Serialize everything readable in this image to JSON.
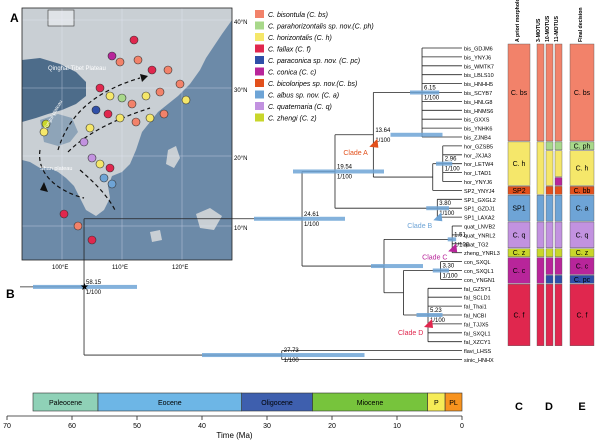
{
  "panels": {
    "a": "A",
    "b": "B",
    "c": "C",
    "d": "D",
    "e": "E"
  },
  "map": {
    "lat_labels": [
      "40°N",
      "30°N",
      "20°N",
      "10°N"
    ],
    "lon_labels": [
      "100°E",
      "110°E",
      "120°E"
    ],
    "regions": [
      "Qinghai-Tibet Plateau",
      "Yungui plateau",
      "Shan plateau"
    ],
    "colors": {
      "sea": "#6c8aa8",
      "land": "#c9cfd4",
      "plateau": "#4d6c8a"
    }
  },
  "legend": [
    {
      "label": "C. bisontula (C. bs)",
      "color": "#f2826a"
    },
    {
      "label": "C. parahorizontalis sp. nov.(C. ph)",
      "color": "#a8d88a"
    },
    {
      "label": "C. horizontalis (C. h)",
      "color": "#f5e76a"
    },
    {
      "label": "C. fallax (C. f)",
      "color": "#e0274e"
    },
    {
      "label": "C. paraconica sp. nov. (C. pc)",
      "color": "#2f4fa8"
    },
    {
      "label": "C. conica (C. c)",
      "color": "#b8259a"
    },
    {
      "label": "C. bicoloripes sp. nov.(C. bs)",
      "color": "#e2501c"
    },
    {
      "label": "C. albus sp. nov. (C. a)",
      "color": "#6ea4d6"
    },
    {
      "label": "C. quaternaria (C. q)",
      "color": "#c292e0"
    },
    {
      "label": "C. zhengi (C. z)",
      "color": "#c8d62a"
    }
  ],
  "tips": [
    "bis_GDJM6",
    "bis_YNYJ6",
    "bis_WMTK7",
    "bis_LBLS10",
    "bis_HNHH5",
    "bis_SCYB7",
    "bis_HNLG8",
    "bis_HNMS6",
    "bis_GXXS",
    "bis_YNHK6",
    "bis_ZJNB4",
    "hor_GZSB5",
    "hor_JXJA3",
    "hor_LETW4",
    "hor_LTAD1",
    "hor_YNYJ6",
    "SP2_YNYJ4",
    "SP1_GXGL2",
    "SP1_GZDJ1",
    "SP1_LAXA2",
    "quat_LNVB2",
    "quat_YNRL2",
    "quat_TG2",
    "zheng_YNRL3",
    "con_SXQL",
    "con_SXQL1",
    "con_YNGN1",
    "fal_GZSY1",
    "fal_SCLD1",
    "fal_Thai1",
    "fal_NCBI",
    "fal_TJJX5",
    "fal_SXQL1",
    "fal_XZCY1",
    "flavi_LHSS",
    "sinic_HNHX"
  ],
  "nodes": [
    {
      "age": "58.15",
      "support": "1/100"
    },
    {
      "age": "27.73",
      "support": "1/100"
    },
    {
      "age": "24.61",
      "support": "1/100"
    },
    {
      "age": "19.54",
      "support": "1/100"
    },
    {
      "age": "13.64",
      "support": "1/100"
    },
    {
      "age": "6.15",
      "support": "1/100"
    },
    {
      "age": "2.96",
      "support": "1/100"
    },
    {
      "age": "3.80",
      "support": "1/100"
    },
    {
      "age": "1.51",
      "support": "1/100"
    },
    {
      "age": "3.30",
      "support": "1/100"
    },
    {
      "age": "5.23",
      "support": "1/100"
    }
  ],
  "clades": [
    "Clade A",
    "Clade B",
    "Clade C",
    "Clade D"
  ],
  "columns": {
    "headers": [
      "A priori morphological",
      "3-MOTUS",
      "10-MOTUS",
      "11-MOTUS",
      "Final decision"
    ],
    "morph_labels": [
      "C. bs",
      "C. h",
      "SP2",
      "SP1",
      "C. q",
      "C. z",
      "C. c",
      "C. f"
    ],
    "final_labels": [
      "C. bs",
      "C. ph",
      "C. h",
      "C. bb",
      "C. a",
      "C. q",
      "C. z",
      "C. c",
      "C. pc",
      "C. f"
    ]
  },
  "timescale": {
    "epochs": [
      {
        "name": "Paleocene",
        "color": "#8fd1b7"
      },
      {
        "name": "Eocene",
        "color": "#6db6e6"
      },
      {
        "name": "Oligocene",
        "color": "#3e5fae"
      },
      {
        "name": "Miocene",
        "color": "#77c43c"
      },
      {
        "name": "P",
        "color": "#f6ec57"
      },
      {
        "name": "PL",
        "color": "#f7931e"
      }
    ],
    "ticks": [
      "70",
      "60",
      "50",
      "40",
      "30",
      "20",
      "10",
      "0"
    ],
    "xlabel": "Time (Ma)"
  }
}
